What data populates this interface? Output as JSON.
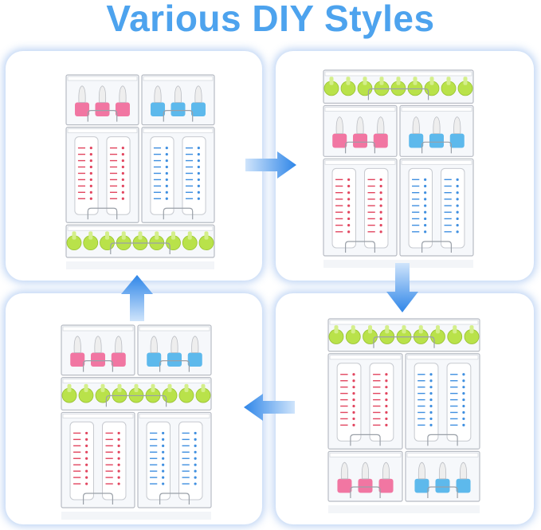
{
  "title": "Various DIY Styles",
  "colors": {
    "title": "#4da3ee",
    "arrow": "#2f86e8",
    "arrow_fade": "#cfe4fb",
    "panel_glow": "#6ea0e6",
    "pink_nipple": "#f06a9a",
    "blue_nipple": "#4fb3ea",
    "green_nipple": "#b9e24a",
    "pink_markings": "#e2455f",
    "blue_markings": "#3f8fe0",
    "bin_edge": "#b8bcc4"
  },
  "panels": [
    {
      "name": "style-1",
      "layout": [
        "small-pink|small-blue",
        "tall-pink|tall-blue",
        "wide-green"
      ]
    },
    {
      "name": "style-2",
      "layout": [
        "wide-green",
        "small-pink|small-blue",
        "tall-pink|tall-blue"
      ]
    },
    {
      "name": "style-3",
      "layout": [
        "wide-green",
        "tall-pink|tall-blue",
        "small-pink|small-blue"
      ]
    },
    {
      "name": "style-4",
      "layout": [
        "small-pink|small-blue",
        "wide-green",
        "tall-pink|tall-blue"
      ]
    }
  ],
  "icons": {
    "arrow_right": "arrow-right-icon",
    "arrow_down": "arrow-down-icon",
    "arrow_left": "arrow-left-icon",
    "arrow_up": "arrow-up-icon"
  }
}
